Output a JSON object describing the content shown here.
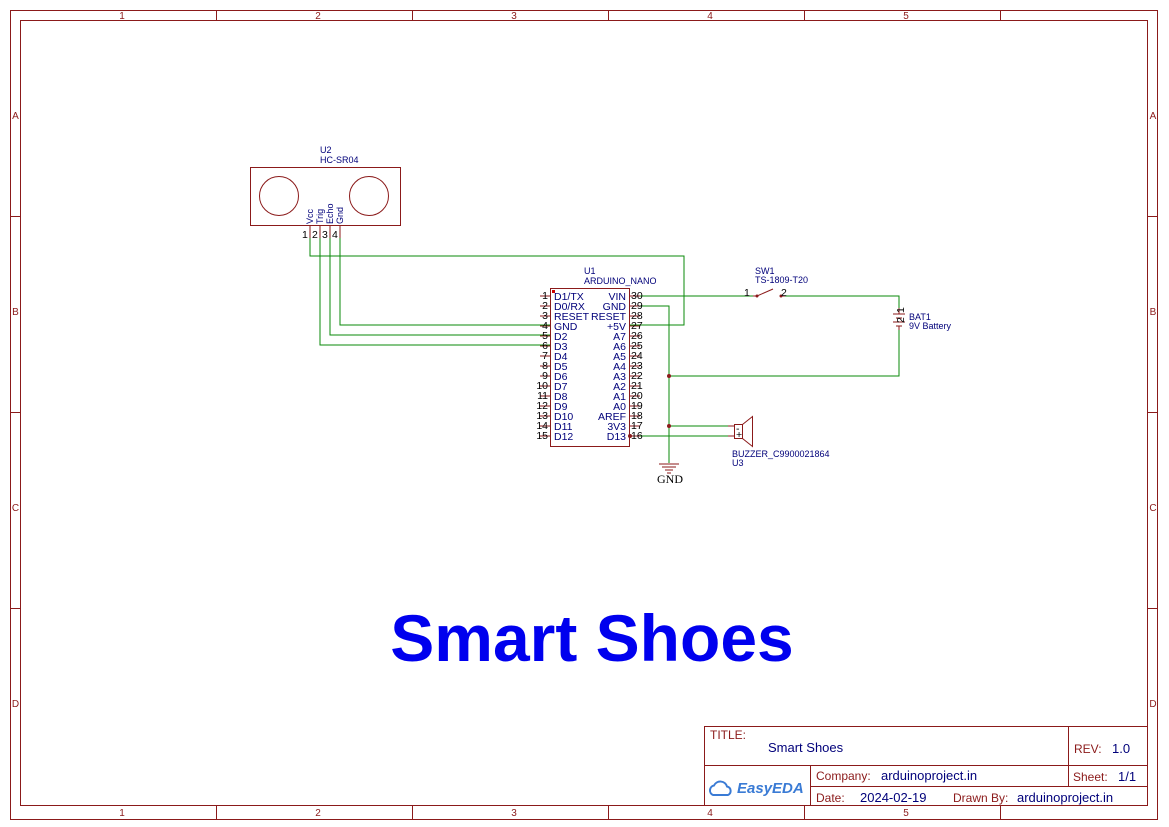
{
  "zones": {
    "columns": [
      "1",
      "2",
      "3",
      "4",
      "5"
    ],
    "rows": [
      "A",
      "B",
      "C",
      "D"
    ]
  },
  "sensor": {
    "ref": "U2",
    "model": "HC-SR04",
    "pin_names": [
      "Vcc",
      "Trig",
      "Echo",
      "Gnd"
    ],
    "pin_numbers": [
      "1",
      "2",
      "3",
      "4"
    ]
  },
  "arduino": {
    "ref": "U1",
    "model": "ARDUINO_NANO",
    "left_pins": [
      {
        "num": "1",
        "name": "D1/TX"
      },
      {
        "num": "2",
        "name": "D0/RX"
      },
      {
        "num": "3",
        "name": "RESET"
      },
      {
        "num": "4",
        "name": "GND"
      },
      {
        "num": "5",
        "name": "D2"
      },
      {
        "num": "6",
        "name": "D3"
      },
      {
        "num": "7",
        "name": "D4"
      },
      {
        "num": "8",
        "name": "D5"
      },
      {
        "num": "9",
        "name": "D6"
      },
      {
        "num": "10",
        "name": "D7"
      },
      {
        "num": "11",
        "name": "D8"
      },
      {
        "num": "12",
        "name": "D9"
      },
      {
        "num": "13",
        "name": "D10"
      },
      {
        "num": "14",
        "name": "D11"
      },
      {
        "num": "15",
        "name": "D12"
      }
    ],
    "right_pins": [
      {
        "num": "30",
        "name": "VIN"
      },
      {
        "num": "29",
        "name": "GND"
      },
      {
        "num": "28",
        "name": "RESET"
      },
      {
        "num": "27",
        "name": "+5V"
      },
      {
        "num": "26",
        "name": "A7"
      },
      {
        "num": "25",
        "name": "A6"
      },
      {
        "num": "24",
        "name": "A5"
      },
      {
        "num": "23",
        "name": "A4"
      },
      {
        "num": "22",
        "name": "A3"
      },
      {
        "num": "21",
        "name": "A2"
      },
      {
        "num": "20",
        "name": "A1"
      },
      {
        "num": "19",
        "name": "A0"
      },
      {
        "num": "18",
        "name": "AREF"
      },
      {
        "num": "17",
        "name": "3V3"
      },
      {
        "num": "16",
        "name": "D13"
      }
    ]
  },
  "switch": {
    "ref": "SW1",
    "model": "TS-1809-T20",
    "pin1": "1",
    "pin2": "2"
  },
  "battery": {
    "ref": "BAT1",
    "value": "9V Battery",
    "pin_labels": [
      "1",
      "2"
    ]
  },
  "buzzer": {
    "ref": "U3",
    "model": "BUZZER_C9900021864"
  },
  "ground": {
    "label": "GND"
  },
  "headline": "Smart Shoes",
  "title_block": {
    "title_label": "TITLE:",
    "title": "Smart Shoes",
    "rev_label": "REV:",
    "rev": "1.0",
    "company_label": "Company:",
    "company": "arduinoproject.in",
    "sheet_label": "Sheet:",
    "sheet": "1/1",
    "date_label": "Date:",
    "date": "2024-02-19",
    "drawn_label": "Drawn By:",
    "drawn_by": "arduinoproject.in",
    "logo_text": "EasyEDA"
  }
}
